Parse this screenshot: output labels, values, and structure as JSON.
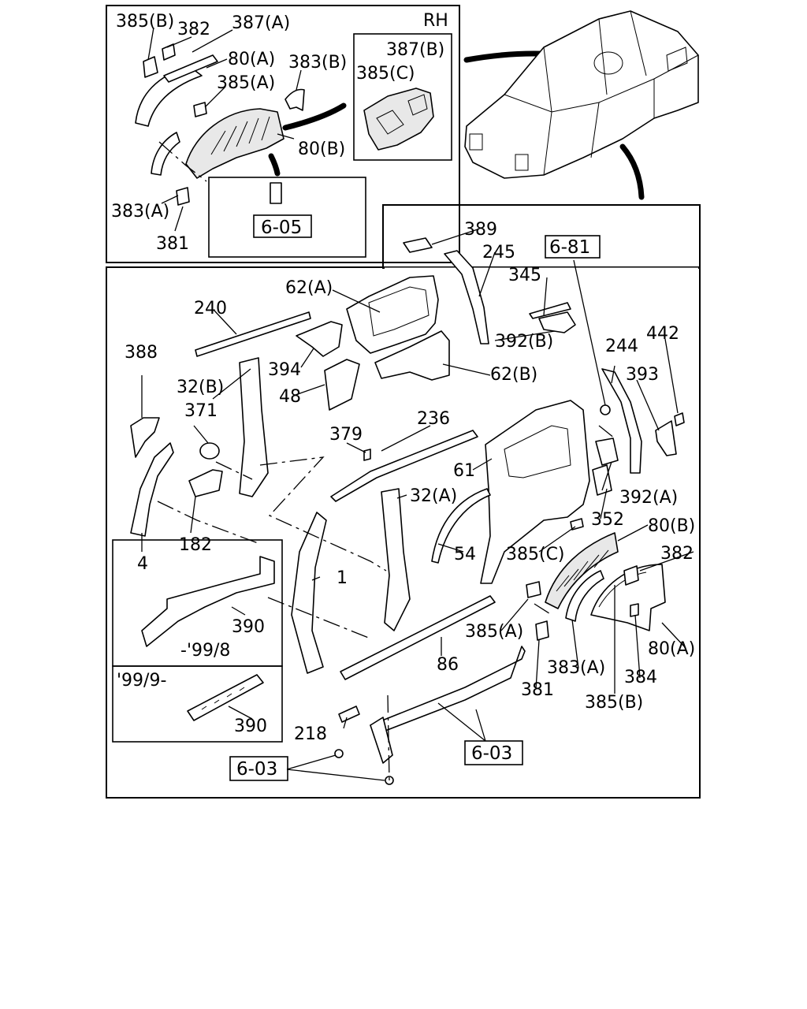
{
  "side_label": "RH",
  "refs": {
    "ref_605": "6-05",
    "ref_681": "6-81",
    "ref_603_a": "6-03",
    "ref_603_b": "6-03"
  },
  "date_notes": {
    "before": "-'99/8",
    "after": "'99/9-"
  },
  "labels": {
    "p385B_top": "385(B)",
    "p382_top": "382",
    "p387A": "387(A)",
    "p80A_top": "80(A)",
    "p383B": "383(B)",
    "p385A_top": "385(A)",
    "p387B": "387(B)",
    "p385C_top": "385(C)",
    "p80B_top": "80(B)",
    "p383A_top": "383(A)",
    "p381_top": "381",
    "p389": "389",
    "p245": "245",
    "p62A": "62(A)",
    "p240": "240",
    "p345": "345",
    "p392B": "392(B)",
    "p388": "388",
    "p394": "394",
    "p244": "244",
    "p442": "442",
    "p62B": "62(B)",
    "p32B": "32(B)",
    "p48": "48",
    "p393": "393",
    "p371": "371",
    "p236": "236",
    "p379": "379",
    "p61": "61",
    "p32A": "32(A)",
    "p392A": "392(A)",
    "p352": "352",
    "p182": "182",
    "p4": "4",
    "p80B": "80(B)",
    "p54": "54",
    "p385C": "385(C)",
    "p382": "382",
    "p1": "1",
    "p390_a": "390",
    "p385A": "385(A)",
    "p80A": "80(A)",
    "p86": "86",
    "p383A": "383(A)",
    "p384": "384",
    "p381": "381",
    "p385B": "385(B)",
    "p390_b": "390",
    "p218": "218"
  }
}
